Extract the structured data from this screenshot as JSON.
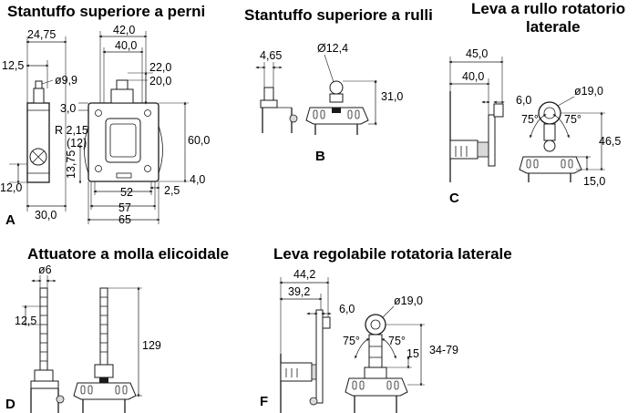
{
  "titles": {
    "a": "Stantuffo superiore a perni",
    "b": "Stantuffo superiore a rulli",
    "c_line1": "Leva a rullo rotatorio",
    "c_line2": "laterale",
    "d": "Attuatore a molla elicoidale",
    "f": "Leva regolabile rotatoria laterale"
  },
  "letters": {
    "a": "A",
    "b": "B",
    "c": "C",
    "d": "D",
    "f": "F"
  },
  "dims_a": {
    "w24": "24,75",
    "w125": "12,5",
    "d99": "ø9,9",
    "w42": "42,0",
    "w40": "40,0",
    "h22": "22,0",
    "h20": "20,0",
    "h3": "3,0",
    "r215": "R 2,15",
    "p12": "(12)",
    "h1375": "13,75",
    "h60": "60,0",
    "h4": "4,0",
    "h12": "12,0",
    "w52": "52",
    "w25": "2,5",
    "w30": "30,0",
    "w57": "57",
    "w65": "65"
  },
  "dims_b": {
    "w465": "4,65",
    "d124": "Ø12,4",
    "h31": "31,0"
  },
  "dims_c": {
    "w45": "45,0",
    "w40": "40,0",
    "w6": "6,0",
    "d19": "ø19,0",
    "a75l": "75°",
    "a75r": "75°",
    "h465": "46,5",
    "h15": "15,0"
  },
  "dims_d": {
    "d6": "ø6",
    "h125": "12,5",
    "h129": "129"
  },
  "dims_f": {
    "w442": "44,2",
    "w392": "39,2",
    "w6": "6,0",
    "d19": "ø19,0",
    "a75l": "75°",
    "a75r": "75°",
    "h15": "15",
    "h3479": "34-79"
  }
}
